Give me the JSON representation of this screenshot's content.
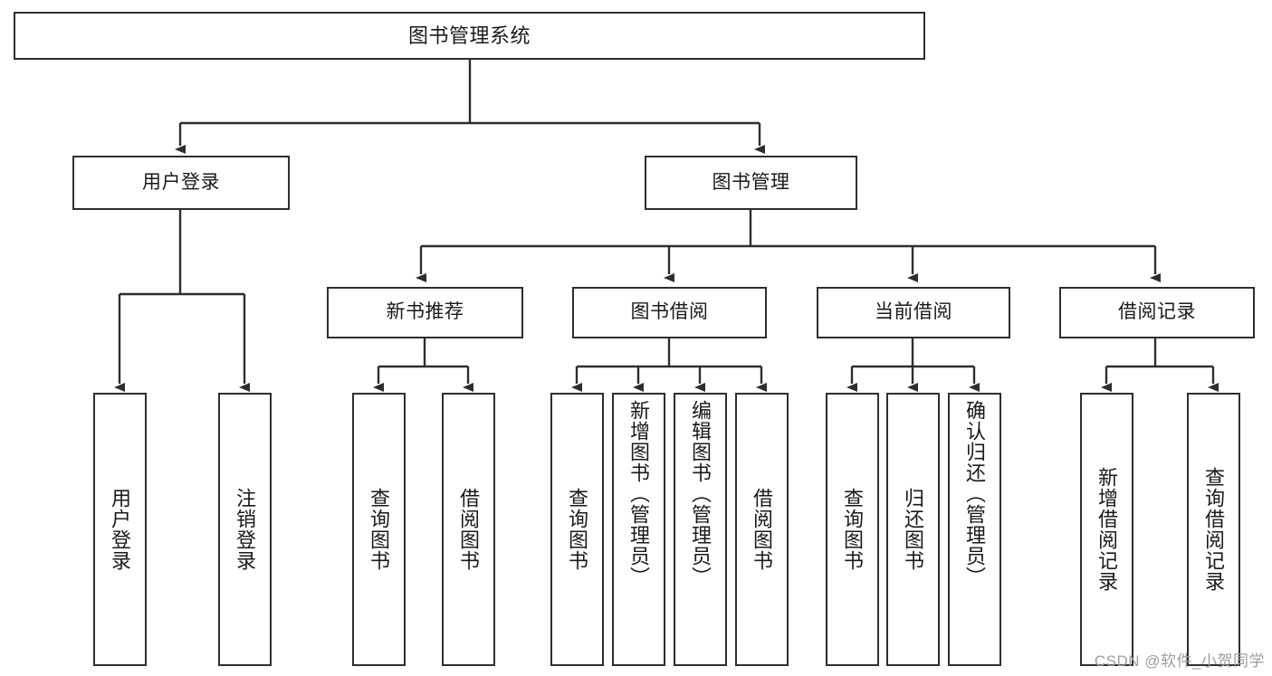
{
  "diagram": {
    "title": "图书管理系统",
    "type": "hierarchy-tree",
    "colors": {
      "stroke": "#2e2e2e",
      "fill": "#ffffff",
      "text": "#1a1a1a",
      "watermark": "#9d9d9d"
    },
    "root": {
      "label": "图书管理系统"
    },
    "level2": [
      {
        "label": "用户登录"
      },
      {
        "label": "图书管理"
      }
    ],
    "level3": [
      {
        "label": "新书推荐"
      },
      {
        "label": "图书借阅"
      },
      {
        "label": "当前借阅"
      },
      {
        "label": "借阅记录"
      }
    ],
    "leaves": {
      "user_login": [
        {
          "label": "用户登录"
        },
        {
          "label": "注销登录"
        }
      ],
      "new_book_recommend": [
        {
          "label": "查询图书"
        },
        {
          "label": "借阅图书"
        }
      ],
      "book_borrow": [
        {
          "label": "查询图书"
        },
        {
          "label": "新增图书（管理员）"
        },
        {
          "label": "编辑图书（管理员）"
        },
        {
          "label": "借阅图书"
        }
      ],
      "current_borrow": [
        {
          "label": "查询图书"
        },
        {
          "label": "归还图书"
        },
        {
          "label": "确认归还（管理员）"
        }
      ],
      "borrow_record": [
        {
          "label": "新增借阅记录"
        },
        {
          "label": "查询借阅记录"
        }
      ]
    }
  },
  "watermark": {
    "text": "CSDN @软件_小贺同学"
  }
}
